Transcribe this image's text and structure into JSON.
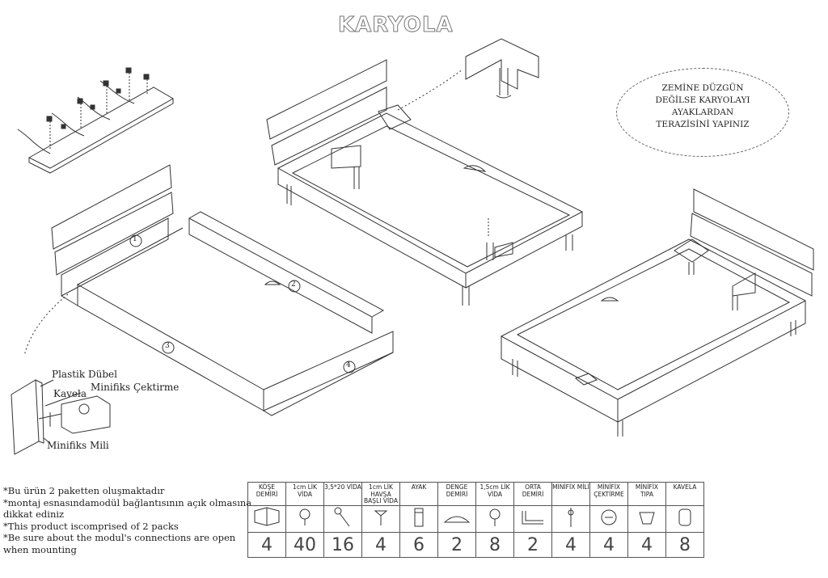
{
  "title": "KARYOLA",
  "note": {
    "lines": [
      "ZEMİNE DÜZGÜN",
      "DEĞİLSE KARYOLAYI",
      "AYAKLARDAN",
      "TERAZİSİNİ YAPINIZ"
    ]
  },
  "detail_labels": {
    "plastik_dubel": "Plastik Dübel",
    "kavela": "Kavela",
    "minifiks_cektirme": "Minifiks Çektirme",
    "minifiks_mili": "Minifiks Mili"
  },
  "step_numbers": [
    "1",
    "2",
    "3",
    "4"
  ],
  "notes": [
    "*Bu ürün 2 paketten oluşmaktadır",
    "*montaj esnasındamodül bağlantısının açık olmasına",
    "dikkat ediniz",
    "*This product iscomprised of  2  packs",
    "*Be sure about the modul's connections are open",
    "when mounting"
  ],
  "parts": [
    {
      "name": "KÖŞE DEMİRİ",
      "qty": "4",
      "icon": "corner-bracket-icon"
    },
    {
      "name": "1cm LİK VİDA",
      "qty": "40",
      "icon": "short-screw-icon"
    },
    {
      "name": "3,5*20 VİDA",
      "qty": "16",
      "icon": "long-screw-icon"
    },
    {
      "name": "1cm LİK HAVŞA BAŞLI VİDA",
      "qty": "4",
      "icon": "countersunk-screw-icon"
    },
    {
      "name": "AYAK",
      "qty": "6",
      "icon": "leg-icon"
    },
    {
      "name": "DENGE DEMİRİ",
      "qty": "2",
      "icon": "balance-bracket-icon"
    },
    {
      "name": "1,5cm LİK VİDA",
      "qty": "8",
      "icon": "medium-screw-icon"
    },
    {
      "name": "ORTA DEMİRİ",
      "qty": "2",
      "icon": "middle-bracket-icon"
    },
    {
      "name": "MİNİFİX MİLİ",
      "qty": "4",
      "icon": "minifix-bolt-icon"
    },
    {
      "name": "MİNİFİX ÇEKTİRME",
      "qty": "4",
      "icon": "minifix-cam-icon"
    },
    {
      "name": "MİNİFİX TIPA",
      "qty": "4",
      "icon": "minifix-cap-icon"
    },
    {
      "name": "KAVELA",
      "qty": "8",
      "icon": "dowel-icon"
    }
  ]
}
